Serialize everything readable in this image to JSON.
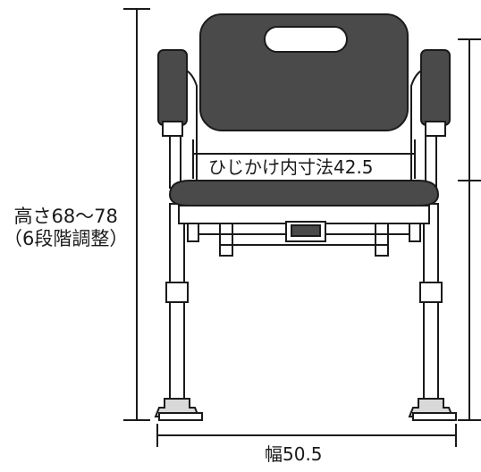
{
  "dimensions": {
    "height_line1": "高さ68～78",
    "height_line2": "（6段階調整）",
    "inner_armrest_width": "ひじかけ内寸法42.5",
    "width": "幅50.5"
  },
  "colors": {
    "seat": "#4a4a4a",
    "outline": "#1a1a1a",
    "frame": "#ffffff",
    "leg_cap": "#d9d9d9"
  }
}
